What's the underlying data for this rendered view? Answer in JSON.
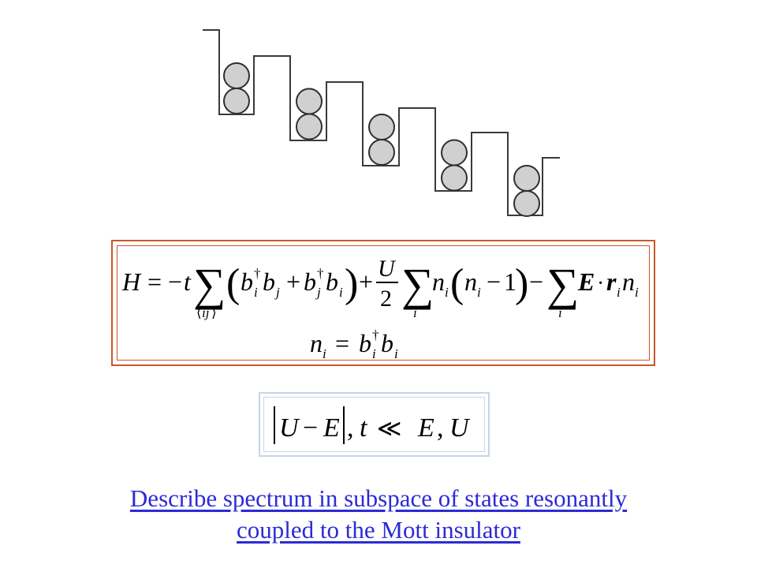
{
  "diagram": {
    "wells": 5,
    "atoms_per_well": 2,
    "colors": {
      "atom_fill": "#d0d0d0",
      "wall": "#3a3a3a",
      "box_border": "#c8582a",
      "condition_border": "#c9d3e8",
      "caption": "#2b2bd6"
    }
  },
  "hamiltonian": {
    "line1": "H = −t Σ⟨ij⟩ (b_i† b_j + b_j† b_i) + (U/2) Σ_i n_i (n_i − 1) − Σ_i E·r_i n_i",
    "line2": "n_i = b_i† b_i"
  },
  "condition": {
    "text": "|U − E|, t ≪ E, U"
  },
  "caption": {
    "line1": "Describe spectrum in subspace of states resonantly",
    "line2": "coupled to the Mott insulator"
  }
}
